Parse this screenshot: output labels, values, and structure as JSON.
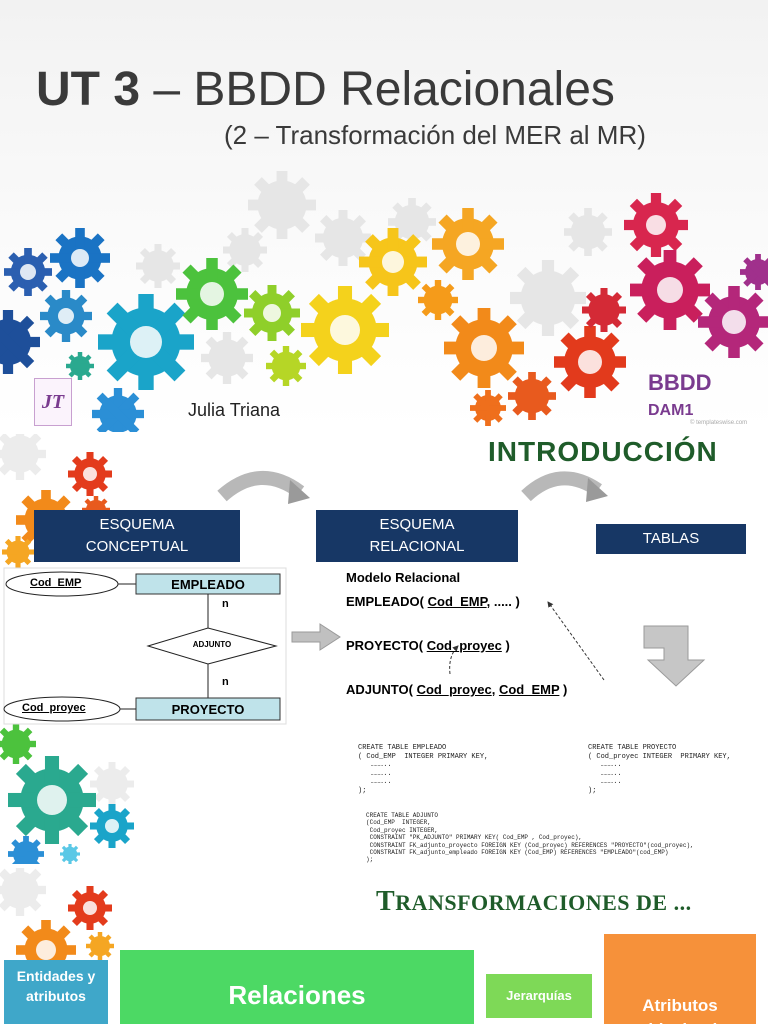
{
  "slide1": {
    "title_main": "UT 3",
    "title_rest": " – BBDD Relacionales",
    "subtitle": "(2 – Transformación del MER al MR)",
    "author": "Julia Triana",
    "subject": "BBDD",
    "course": "DAM1",
    "logo_text": "JT",
    "credit": "© templateswise.com"
  },
  "slide2": {
    "heading": "INTRODUCCIÓN",
    "box_conceptual_line1": "ESQUEMA",
    "box_conceptual_line2": "CONCEPTUAL",
    "box_relacional_line1": "ESQUEMA",
    "box_relacional_line2": "RELACIONAL",
    "box_tablas": "TABLAS",
    "er": {
      "attr_emp": "Cod_EMP",
      "entity_emp": "EMPLEADO",
      "card_top": "n",
      "relation": "ADJUNTO",
      "card_bottom": "n",
      "attr_proy": "Cod_proyec",
      "entity_proy": "PROYECTO"
    },
    "model": {
      "title": "Modelo Relacional",
      "emp_name": "EMPLEADO(",
      "emp_key": "Cod_EMP",
      "emp_rest": ", ..... )",
      "proy_name": "PROYECTO(",
      "proy_key": "Cod_proyec",
      "proy_rest": " )",
      "adj_name": "ADJUNTO(",
      "adj_key1": "Cod_proyec",
      "adj_sep": ", ",
      "adj_key2": "Cod_EMP",
      "adj_rest": " )"
    },
    "sql_empleado": "CREATE TABLE EMPLEADO\n( Cod_EMP  INTEGER PRIMARY KEY,\n   ………..\n   ………..\n   ………..\n);",
    "sql_proyecto": "CREATE TABLE PROYECTO\n( Cod_proyec INTEGER  PRIMARY KEY,\n   ………..\n   ………..\n   ………..\n);",
    "sql_adjunto": "CREATE TABLE ADJUNTO\n(Cod_EMP  INTEGER,\n Cod_proyec INTEGER,\n CONSTRAINT \"PK_ADJUNTO\" PRIMARY KEY( Cod_EMP , Cod_proyec),\n CONSTRAINT FK_adjunto_proyecto FOREIGN KEY (Cod_proyec) REFERENCES \"PROYECTO\"(cod_proyec),\n CONSTRAINT FK_adjunto_empleado FOREIGN KEY (Cod_EMP) REFERENCES \"EMPLEADO\"(cod_EMP)\n);"
  },
  "slide3": {
    "heading_T": "T",
    "heading_rest": "RANSFORMACIONES DE ...",
    "card_entidades": "Entidades y atributos",
    "card_relaciones": "Relaciones",
    "card_jerarquias": "Jerarquías",
    "card_atributos": "Atributos multivaluados"
  },
  "colors": {
    "box_navy": "#173765",
    "heading_green": "#1f5c2a",
    "title_gray": "#3a3a3a",
    "purple": "#7a3b8f",
    "card_blue": "#3fa7c9",
    "card_green": "#4cd964",
    "card_lime": "#7ed957",
    "card_orange": "#f6913a"
  }
}
